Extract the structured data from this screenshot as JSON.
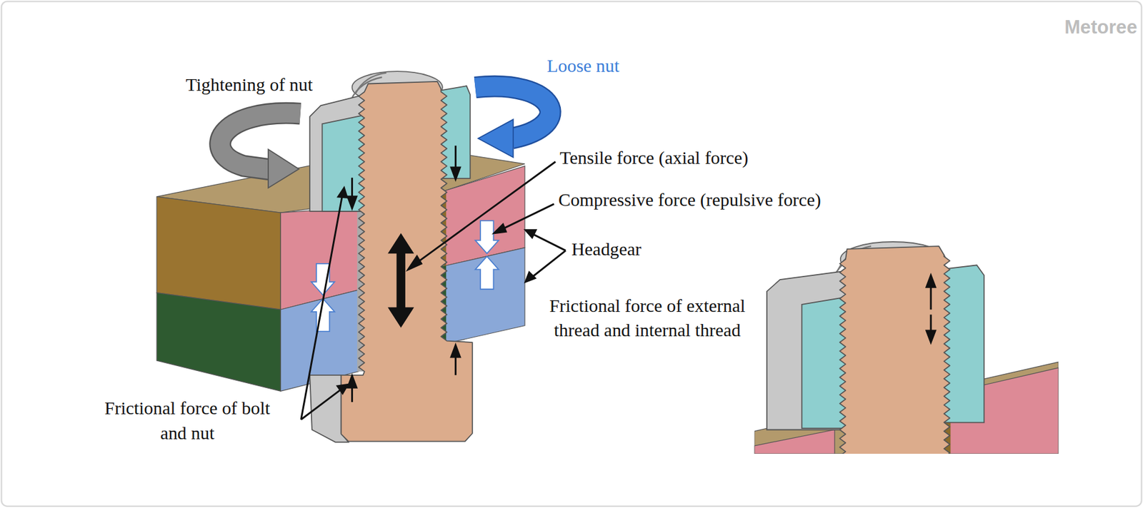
{
  "diagram": {
    "labels": [
      "Tightening of nut",
      "Loose nut",
      "Tensile force (axial force)",
      "Compressive force (repulsive force)",
      "Headgear",
      "Frictional force of external thread and internal thread",
      "Frictional force of bolt and nut",
      "Metoree"
    ]
  }
}
